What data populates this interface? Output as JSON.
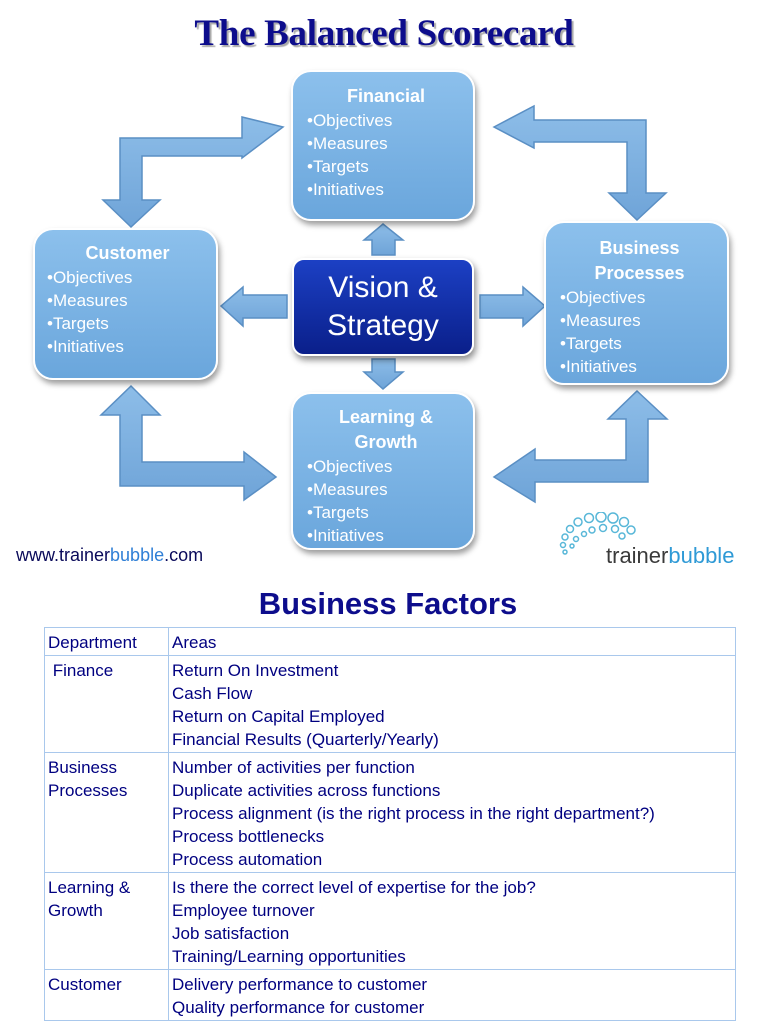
{
  "title": "The Balanced Scorecard",
  "center": {
    "line1": "Vision &",
    "line2": "Strategy"
  },
  "boxes": {
    "financial": {
      "title": "Financial",
      "items": [
        "Objectives",
        "Measures",
        "Targets",
        "Initiatives"
      ]
    },
    "customer": {
      "title": "Customer",
      "items": [
        "Objectives",
        "Measures",
        "Targets",
        "Initiatives"
      ]
    },
    "business": {
      "title_line1": "Business",
      "title_line2": "Processes",
      "items": [
        "Objectives",
        "Measures",
        "Targets",
        "Initiatives"
      ]
    },
    "learning": {
      "title_line1": "Learning &",
      "title_line2": "Growth",
      "items": [
        "Objectives",
        "Measures",
        "Targets",
        "Initiatives"
      ]
    }
  },
  "footer": {
    "url_prefix": "www.trainer",
    "url_highlight": "bubble",
    "url_suffix": ".com",
    "logo_prefix": "trainer",
    "logo_highlight": "bubble"
  },
  "factors": {
    "title": "Business Factors",
    "headers": [
      "Department",
      "Areas"
    ],
    "rows": [
      {
        "department": " Finance",
        "areas": [
          "Return On Investment",
          "Cash Flow",
          "Return on Capital Employed",
          "Financial Results (Quarterly/Yearly)"
        ]
      },
      {
        "department": "Business Processes",
        "areas": [
          "Number of activities per function",
          "Duplicate activities across functions",
          "Process alignment (is the right process in the right department?)",
          "Process bottlenecks",
          "Process automation"
        ]
      },
      {
        "department": "Learning & Growth",
        "areas": [
          "Is there the correct level of expertise for the job?",
          "Employee turnover",
          "Job satisfaction",
          "Training/Learning opportunities"
        ]
      },
      {
        "department": "Customer",
        "areas": [
          "Delivery performance to customer",
          "Quality performance for customer"
        ]
      }
    ]
  },
  "colors": {
    "title": "#0d0d8c",
    "box_fill": "#7fb3e4",
    "arrow_fill": "#7fb2e0",
    "arrow_stroke": "#5a8fc4",
    "center_fill": "#1230a8",
    "table_text": "#000080",
    "table_border": "#a9c8ec",
    "logo_dots": "#58b7d8"
  }
}
